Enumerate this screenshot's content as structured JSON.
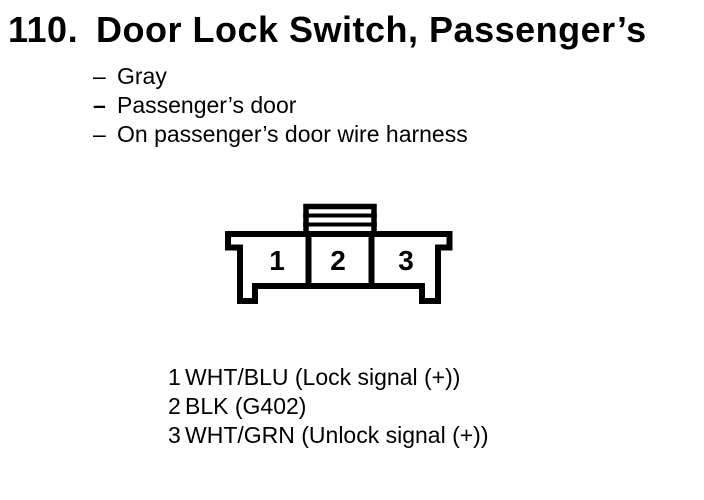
{
  "colors": {
    "background": "#ffffff",
    "ink": "#000000"
  },
  "header": {
    "number": "110.",
    "title": "Door Lock Switch, Passenger’s"
  },
  "attributes": {
    "items": [
      {
        "dash": "–",
        "text": "Gray"
      },
      {
        "dash": "–",
        "text": "Passenger’s door"
      },
      {
        "dash": "–",
        "text": "On passenger’s door wire harness"
      }
    ]
  },
  "connector": {
    "cavities": [
      "1",
      "2",
      "3"
    ]
  },
  "pinout": {
    "rows": [
      {
        "pin": "1",
        "desc": "WHT/BLU (Lock signal (+))"
      },
      {
        "pin": "2",
        "desc": "BLK (G402)"
      },
      {
        "pin": "3",
        "desc": "WHT/GRN (Unlock signal (+))"
      }
    ]
  }
}
